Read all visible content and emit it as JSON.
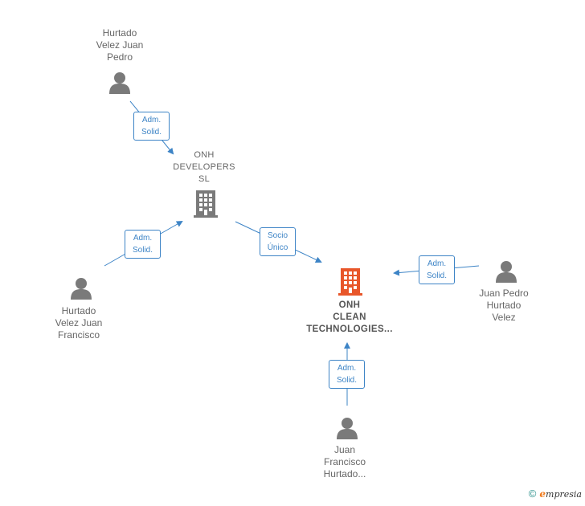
{
  "nodes": {
    "person_top": {
      "lines": [
        "Hurtado",
        "Velez Juan",
        "Pedro"
      ],
      "icon": "person-icon"
    },
    "company_dev": {
      "lines": [
        "ONH",
        "DEVELOPERS",
        "SL"
      ],
      "icon": "building-icon"
    },
    "person_left": {
      "lines": [
        "Hurtado",
        "Velez Juan",
        "Francisco"
      ],
      "icon": "person-icon"
    },
    "company_main": {
      "lines": [
        "ONH",
        "CLEAN",
        "TECHNOLOGIES..."
      ],
      "icon": "building-icon"
    },
    "person_right": {
      "lines": [
        "Juan Pedro",
        "Hurtado",
        "Velez"
      ],
      "icon": "person-icon"
    },
    "person_bottom": {
      "lines": [
        "Juan",
        "Francisco",
        "Hurtado..."
      ],
      "icon": "person-icon"
    }
  },
  "relations": {
    "r1": [
      "Adm.",
      "Solid."
    ],
    "r2": [
      "Adm.",
      "Solid."
    ],
    "r3": [
      "Socio",
      "Único"
    ],
    "r4": [
      "Adm.",
      "Solid."
    ],
    "r5": [
      "Adm.",
      "Solid."
    ]
  },
  "colors": {
    "edge": "#3d84c6",
    "person": "#7a7a7a",
    "company": "#7a7a7a",
    "main_company": "#e8562a"
  },
  "footer": {
    "copyright": "©",
    "brand_initial": "e",
    "brand_rest": "mpresia"
  }
}
